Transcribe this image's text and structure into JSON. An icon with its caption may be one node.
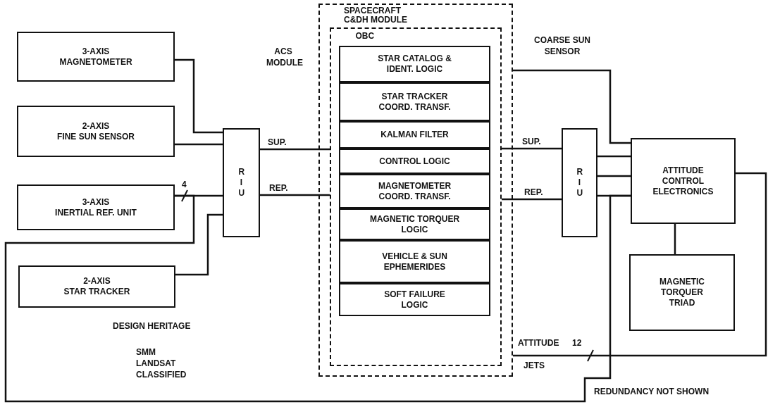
{
  "diagram": {
    "nodes": [
      {
        "text": [
          "3-AXIS",
          "MAGNETOMETER"
        ]
      },
      {
        "text": [
          "2-AXIS",
          "FINE SUN SENSOR"
        ]
      },
      {
        "text": [
          "3-AXIS",
          "INERTIAL REF. UNIT"
        ]
      },
      {
        "text": [
          "2-AXIS",
          "STAR TRACKER"
        ]
      },
      {
        "text": [
          "R I U"
        ]
      },
      {
        "text": [
          "SPACECRAFT C&DH MODULE"
        ]
      },
      {
        "text": [
          "OBC"
        ],
        "in": 5
      },
      {
        "text": [
          "STAR CATALOG & IDENT. LOGIC"
        ],
        "in": 6
      },
      {
        "text": [
          "STAR TRACKER COORD. TRANSF."
        ],
        "in": 6
      },
      {
        "text": [
          "KALMAN FILTER"
        ],
        "in": 6
      },
      {
        "text": [
          "CONTROL LOGIC"
        ],
        "in": 6
      },
      {
        "text": [
          "MAGNETOMETER COORD. TRANSF."
        ],
        "in": 6
      },
      {
        "text": [
          "MAGNETIC TORQUER LOGIC"
        ],
        "in": 6
      },
      {
        "text": [
          "VEHICLE & SUN EPHEMERIDES"
        ],
        "in": 6
      },
      {
        "text": [
          "SOFT FAILURE LOGIC"
        ],
        "in": 6
      },
      {
        "text": [
          "R I U"
        ]
      },
      {
        "text": [
          "ATTITUDE CONTROL ELECTRONICS"
        ]
      },
      {
        "text": [
          "MAGNETIC TORQUER TRIAD"
        ]
      }
    ],
    "edges": [
      {
        "from": 0,
        "to": 4,
        "arrow": "none"
      },
      {
        "from": 1,
        "to": 4,
        "arrow": "none"
      },
      {
        "from": 2,
        "to": 4,
        "arrow": "none",
        "label": "4"
      },
      {
        "from": 3,
        "to": 4,
        "arrow": "none"
      },
      {
        "from": 4,
        "to": 6,
        "arrow": "none",
        "label": "SUP."
      },
      {
        "from": 4,
        "to": 6,
        "arrow": "none",
        "label": "REP."
      },
      {
        "from": 6,
        "to": 15,
        "arrow": "none",
        "label": "SUP."
      },
      {
        "from": 6,
        "to": 15,
        "arrow": "none",
        "label": "REP."
      },
      {
        "from": 15,
        "to": 16,
        "arrow": "none"
      },
      {
        "from": 15,
        "to": 16,
        "arrow": "none"
      },
      {
        "from": 15,
        "to": 16,
        "arrow": "none"
      },
      {
        "from": 2,
        "to": 16,
        "arrow": "none"
      },
      {
        "from": 16,
        "to": 17,
        "arrow": "none"
      },
      {
        "from": 16,
        "to": 5,
        "arrow": "none",
        "label": "12"
      },
      {
        "from": 5,
        "to": 16,
        "arrow": "none"
      }
    ],
    "labels": [
      "ACS MODULE",
      "COARSE SUN SENSOR",
      "ATTITUDE",
      "JETS",
      "DESIGN HERITAGE",
      "SMM",
      "LANDSAT",
      "CLASSIFIED",
      "REDUNDANCY NOT SHOWN"
    ]
  }
}
